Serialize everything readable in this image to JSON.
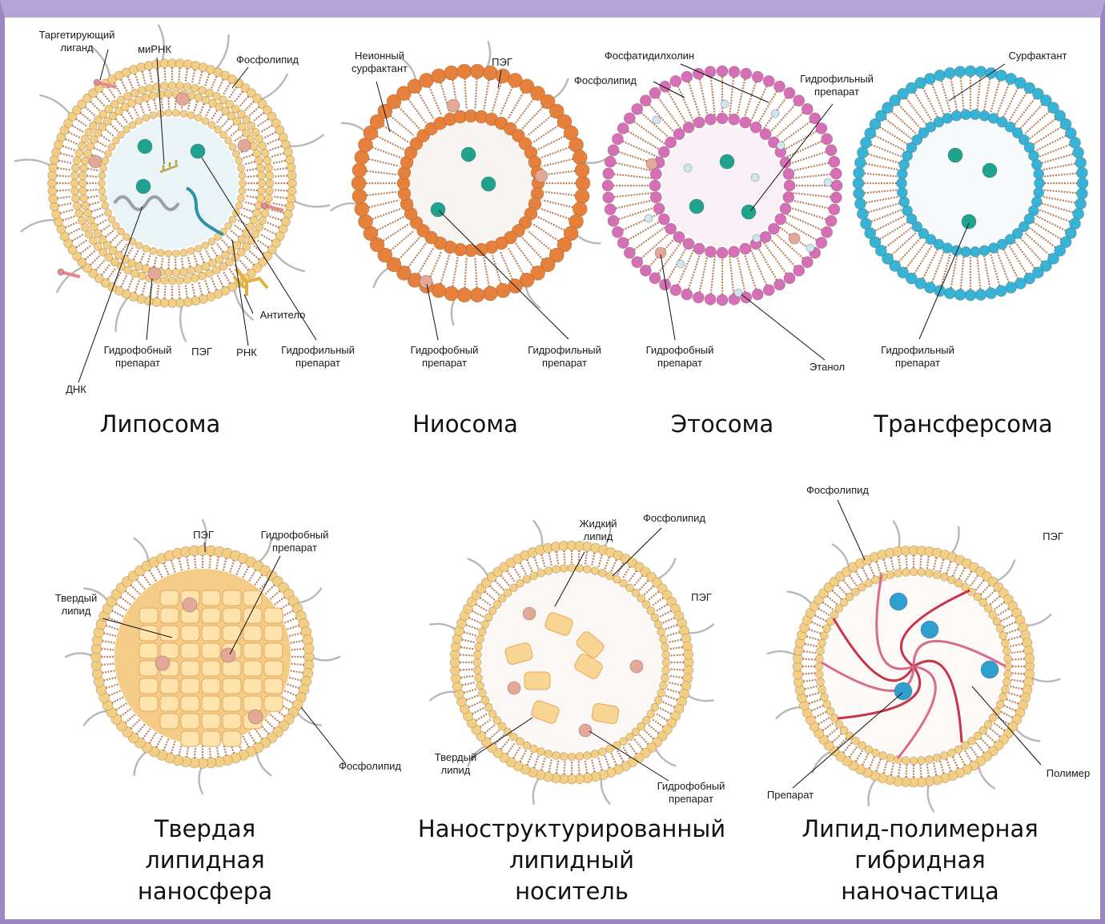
{
  "colors": {
    "frame": "#b4a5d6",
    "lipid_head": "#f3cf86",
    "lipid_tail": "#b9825c",
    "niosome_head": "#e5813c",
    "ethosome_head": "#d46fb8",
    "transfersome_head": "#38b3d8",
    "hydrophilic_drug": "#1fa38e",
    "hydrophobic_drug": "#e4a898",
    "polymer": "#c8354a",
    "peg": "#b8b8b8"
  },
  "particles": [
    {
      "id": "liposome",
      "title": [
        "Липосома"
      ],
      "labels": [
        "Таргетирующий\nлиганд",
        "миРНК",
        "Фосфолипид",
        "Антитело",
        "Гидрофобный\nпрепарат",
        "ПЭГ",
        "РНК",
        "Гидрофильный\nпрепарат",
        "ДНК"
      ]
    },
    {
      "id": "niosome",
      "title": [
        "Ниосома"
      ],
      "labels": [
        "Неионный\nсурфактант",
        "ПЭГ",
        "Гидрофобный\nпрепарат",
        "Гидрофильный\nпрепарат"
      ]
    },
    {
      "id": "ethosome",
      "title": [
        "Этосома"
      ],
      "labels": [
        "Фосфатидилхолин",
        "Фосфолипид",
        "Гидрофильный\nпрепарат",
        "Гидрофобный\nпрепарат",
        "Этанол"
      ]
    },
    {
      "id": "transfersome",
      "title": [
        "Трансферсома"
      ],
      "labels": [
        "Сурфактант",
        "Гидрофильный\nпрепарат"
      ]
    },
    {
      "id": "solid-lipid-nanosphere",
      "title": [
        "Твердая",
        "липидная",
        "наносфера"
      ],
      "labels": [
        "ПЭГ",
        "Гидрофобный\nпрепарат",
        "Твердый\nлипид",
        "Фосфолипид"
      ]
    },
    {
      "id": "nanostructured-lipid-carrier",
      "title": [
        "Наноструктурированный",
        "липидный",
        "носитель"
      ],
      "labels": [
        "Жидкий\nлипид",
        "Фосфолипид",
        "ПЭГ",
        "Твердый\nлипид",
        "Гидрофобный\nпрепарат"
      ]
    },
    {
      "id": "lipid-polymer-hybrid",
      "title": [
        "Липид-полимерная",
        "гибридная",
        "наночастица"
      ],
      "labels": [
        "Фосфолипид",
        "ПЭГ",
        "Полимер",
        "Препарат"
      ]
    }
  ]
}
